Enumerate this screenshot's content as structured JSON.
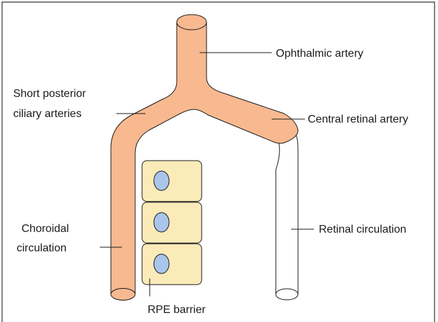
{
  "colors": {
    "artery": "#F8B990",
    "vein_white": "#FFFFFF",
    "cell_fill": "#FBEBB9",
    "nucleus_fill": "#A9C5EA",
    "outline": "#1A1A1A",
    "frame": "#333333"
  },
  "labels": {
    "ophthalmic_artery": "Ophthalmic artery",
    "short_posterior_line1": "Short posterior",
    "short_posterior_line2": "ciliary arteries",
    "central_retinal_artery": "Central retinal artery",
    "choroidal_line1": "Choroidal",
    "choroidal_line2": "circulation",
    "retinal_circulation": "Retinal circulation",
    "rpe_barrier": "RPE barrier"
  }
}
